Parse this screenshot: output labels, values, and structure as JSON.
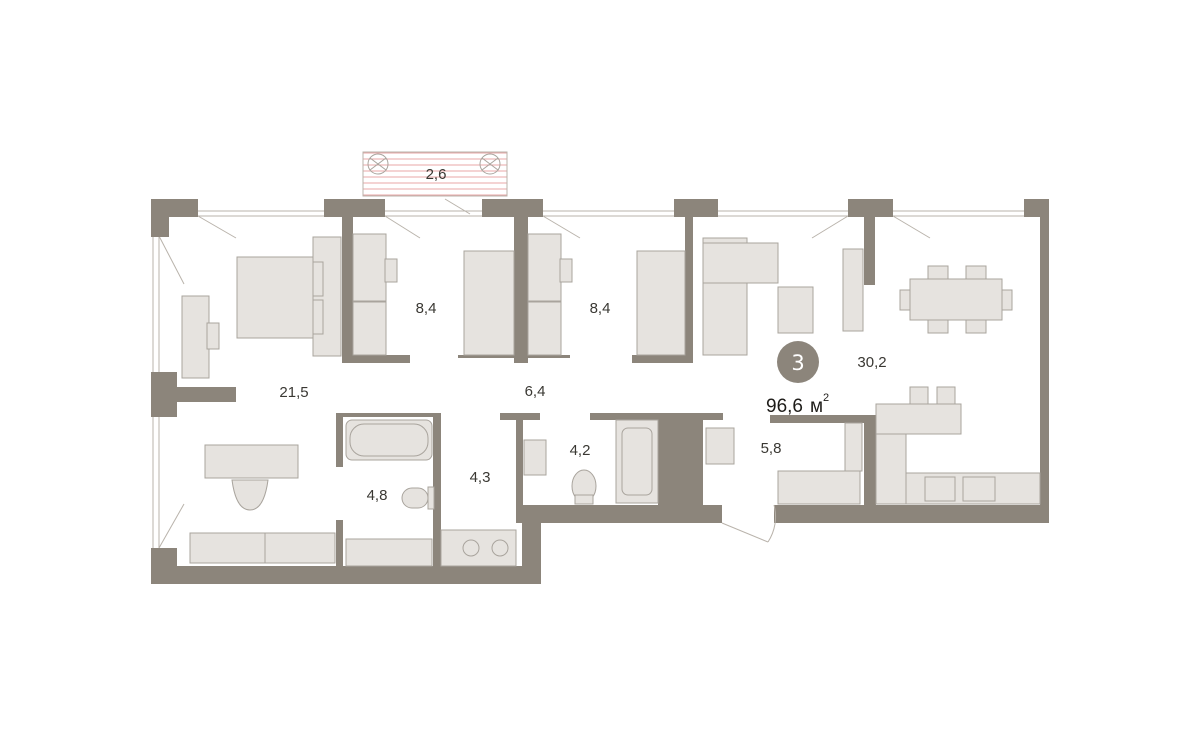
{
  "plan": {
    "rooms_count": "3",
    "total_area": "96,6",
    "area_unit": "м",
    "area_unit_power": "2",
    "colors": {
      "wall": "#8c857b",
      "furniture_fill": "#e6e3df",
      "furniture_stroke": "#a9a49d",
      "badge": "#8c857b",
      "balcony_hatch": "#e8a7a7"
    },
    "rooms": {
      "balcony": "2,6",
      "living": "21,5",
      "bedroom_1": "8,4",
      "bedroom_2": "8,4",
      "corridor": "6,4",
      "kitchen_living": "30,2",
      "bathroom": "4,8",
      "laundry": "4,3",
      "wc": "4,2",
      "hall": "5,8"
    }
  }
}
